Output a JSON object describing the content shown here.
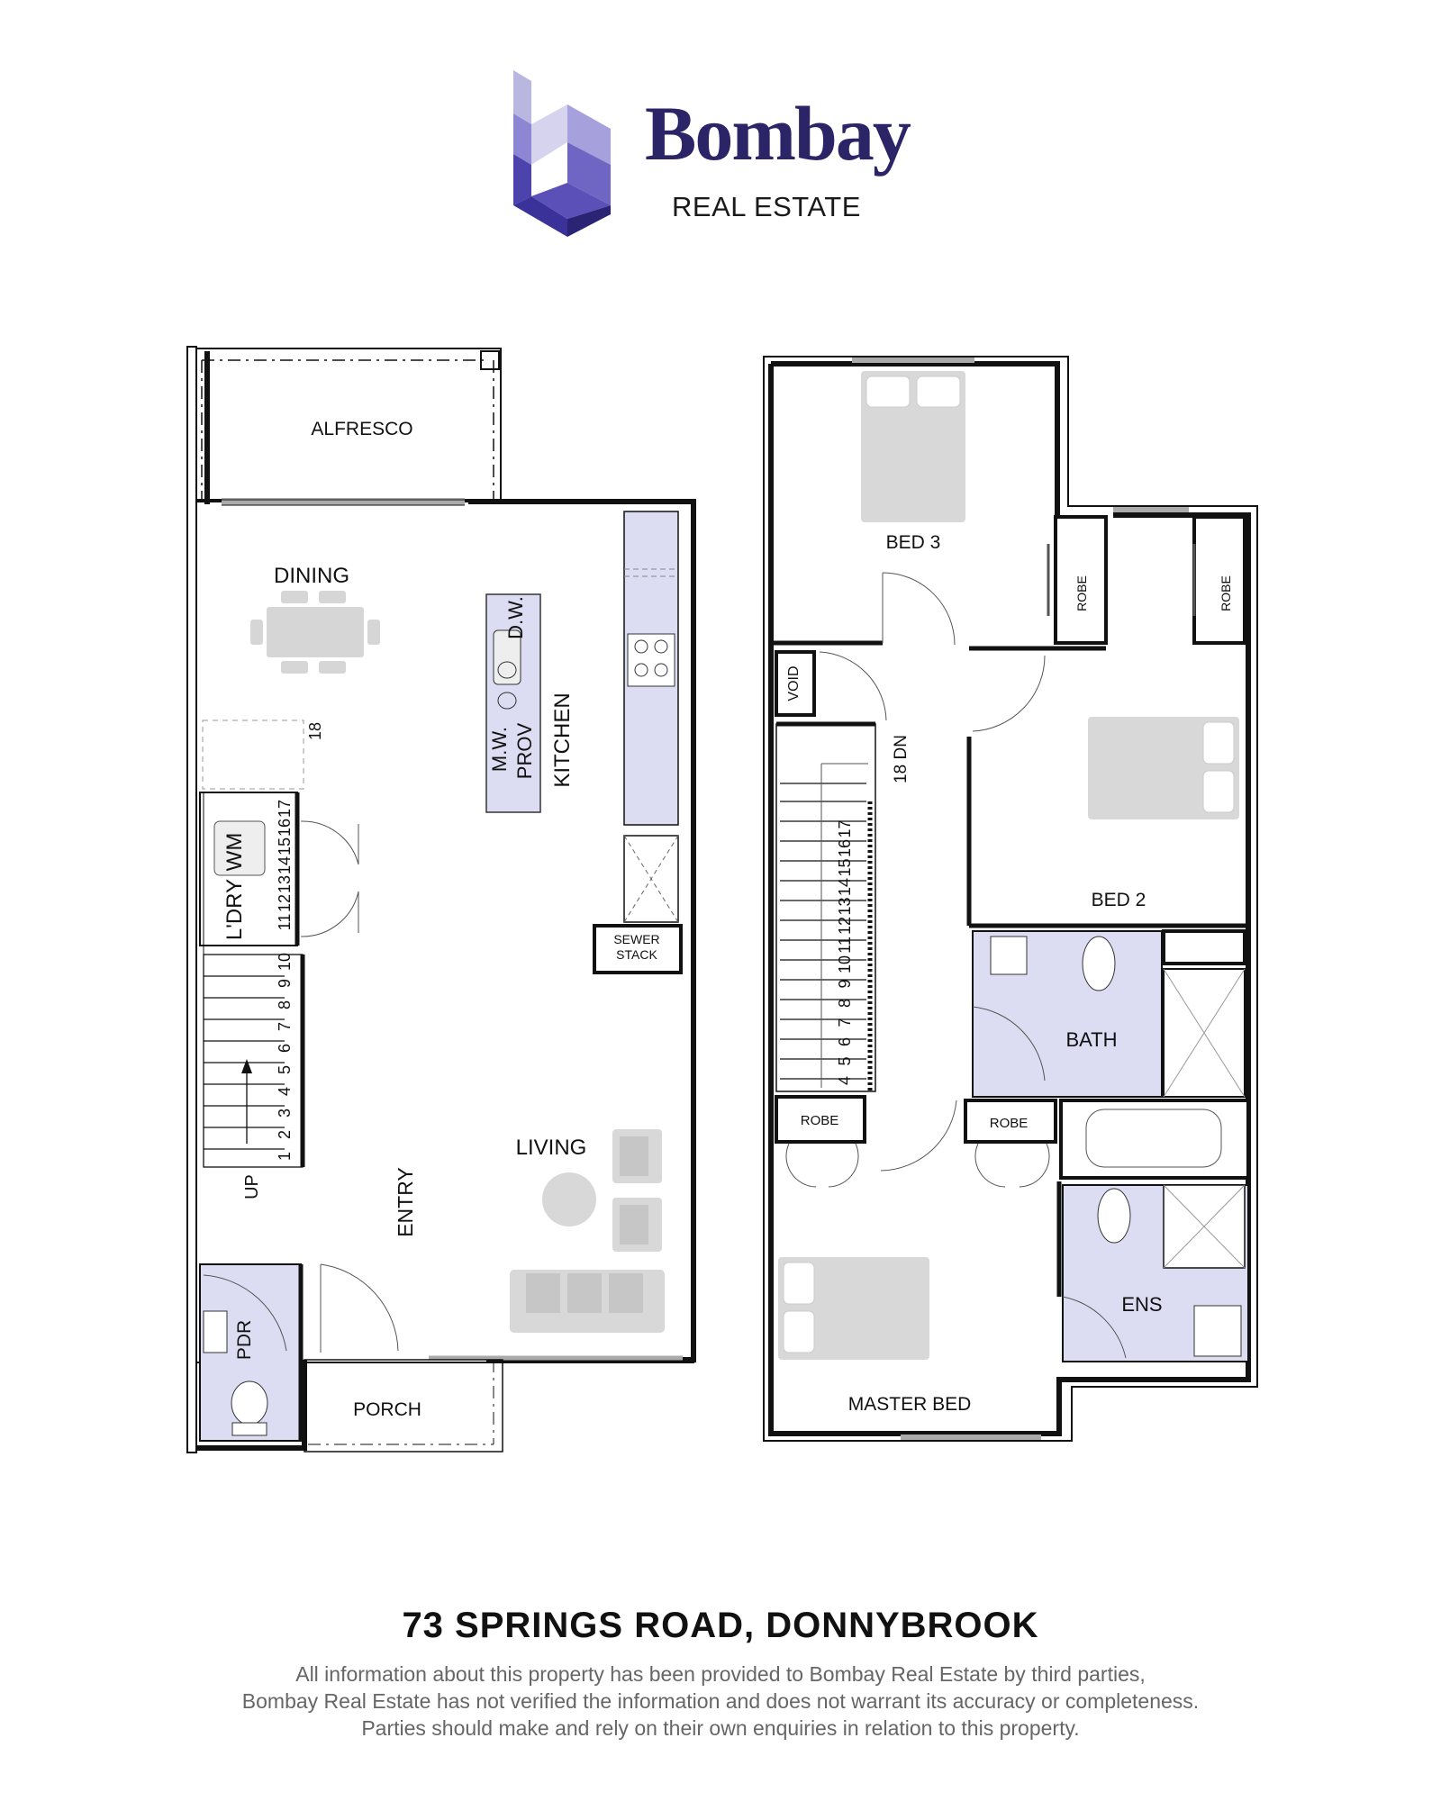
{
  "brand": {
    "name": "Bombay",
    "subtitle": "REAL ESTATE",
    "colors": {
      "primary": "#2b2466",
      "light": "#b9b6e0",
      "mid": "#6f66c4",
      "dark": "#332a8a"
    }
  },
  "ground_floor": {
    "rooms": {
      "alfresco": "ALFRESCO",
      "dining": "DINING",
      "kitchen": "KITCHEN",
      "living": "LIVING",
      "entry": "ENTRY",
      "laundry": "L'DRY",
      "porch": "PORCH",
      "powder": "PDR"
    },
    "fixtures": {
      "dishwasher": "D.W.",
      "microwave": "M.W.",
      "pantry": "PROV",
      "washing_machine": "WM",
      "sewer_1": "SEWER",
      "sewer_2": "STACK"
    },
    "stairs": {
      "up": "UP",
      "steps_lower": [
        "1",
        "2",
        "3",
        "4",
        "5",
        "6",
        "7",
        "8",
        "9",
        "10"
      ],
      "steps_upper": [
        "11",
        "12",
        "13",
        "14",
        "15",
        "16",
        "17"
      ],
      "top": "18"
    }
  },
  "first_floor": {
    "rooms": {
      "bed3": "BED 3",
      "bed2": "BED 2",
      "master_bed": "MASTER BED",
      "bath": "BATH",
      "ensuite": "ENS",
      "void": "VOID"
    },
    "robes": {
      "bed3_robe": "ROBE",
      "bed2_robe": "ROBE",
      "master_robe_1": "ROBE",
      "master_robe_2": "ROBE"
    },
    "stairs": {
      "down": "18 DN",
      "steps": [
        "4",
        "5",
        "6",
        "7",
        "8",
        "9",
        "10",
        "11",
        "12",
        "13",
        "14",
        "15",
        "16",
        "17"
      ]
    }
  },
  "footer": {
    "address": "73 SPRINGS ROAD, DONNYBROOK",
    "disclaimer_1": "All information about this property has been provided to Bombay Real Estate by third parties,",
    "disclaimer_2": "Bombay Real Estate has not verified the information and does not warrant its accuracy or completeness.",
    "disclaimer_3": "Parties should make and rely on their own enquiries in relation to this property."
  }
}
